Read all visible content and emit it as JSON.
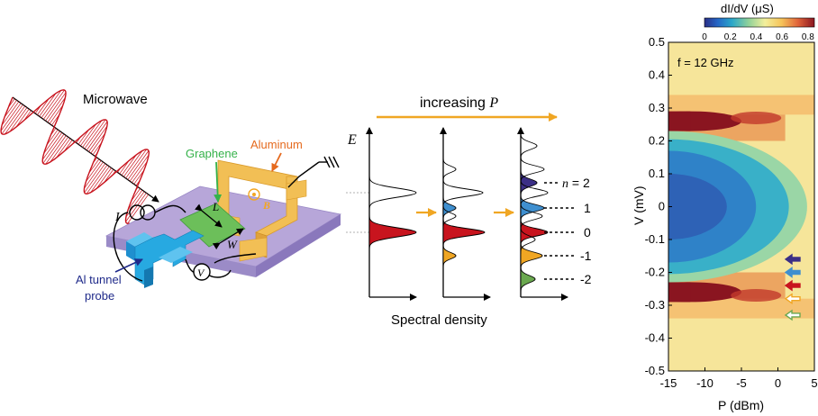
{
  "device": {
    "microwave_label": "Microwave",
    "graphene_label": "Graphene",
    "aluminum_label": "Aluminum",
    "probe_label_line1": "Al tunnel",
    "probe_label_line2": "probe",
    "current_symbol": "I",
    "voltage_symbol": "V",
    "length_symbol": "L",
    "width_symbol": "W",
    "field_symbol": "B",
    "colors": {
      "microwave": "#c8141e",
      "graphene": "#35b24a",
      "graphene_fill": "#6cbf5a",
      "aluminum": "#e56a1e",
      "gold": "#f2bf55",
      "substrate": "#b7a6d9",
      "probe": "#27a9e1",
      "probe_text": "#1f2a8a"
    }
  },
  "spectral": {
    "increasing_label": "increasing ",
    "increasing_symbol": "P",
    "energy_axis_label": "E",
    "xlabel": "Spectral density",
    "sideband_labels": [
      "n = 2",
      "1",
      "0",
      "-1",
      "-2"
    ],
    "sideband_colors": [
      "#3b2f86",
      "#3f8fcf",
      "#c8141e",
      "#f0a623",
      "#6aa84f"
    ],
    "arrow_color": "#f0a623"
  },
  "chart_data": {
    "type": "heatmap",
    "annotation": "f = 12 GHz",
    "xlabel": "P (dBm)",
    "ylabel": "V (mV)",
    "xlim": [
      -15,
      5
    ],
    "ylim": [
      -0.5,
      0.5
    ],
    "x_ticks": [
      -15,
      -10,
      -5,
      0,
      5
    ],
    "y_ticks": [
      0.5,
      0.4,
      0.3,
      0.2,
      0.1,
      0,
      -0.1,
      -0.2,
      -0.3,
      -0.4,
      -0.5
    ],
    "colorbar": {
      "label": "dI/dV (μS)",
      "range": [
        0,
        0.85
      ],
      "ticks": [
        0,
        0.2,
        0.4,
        0.6,
        0.8
      ]
    },
    "features": {
      "gap_edge_V": 0.26,
      "gap_inner_V": 0.21,
      "coherence_peak_width_V": 0.03,
      "arrow_markers_V": [
        -0.16,
        -0.2,
        -0.24,
        -0.28,
        -0.33
      ],
      "arrow_marker_colors": [
        "#3b2f86",
        "#3f8fcf",
        "#c8141e",
        "#f0a623",
        "#6aa84f"
      ]
    }
  }
}
